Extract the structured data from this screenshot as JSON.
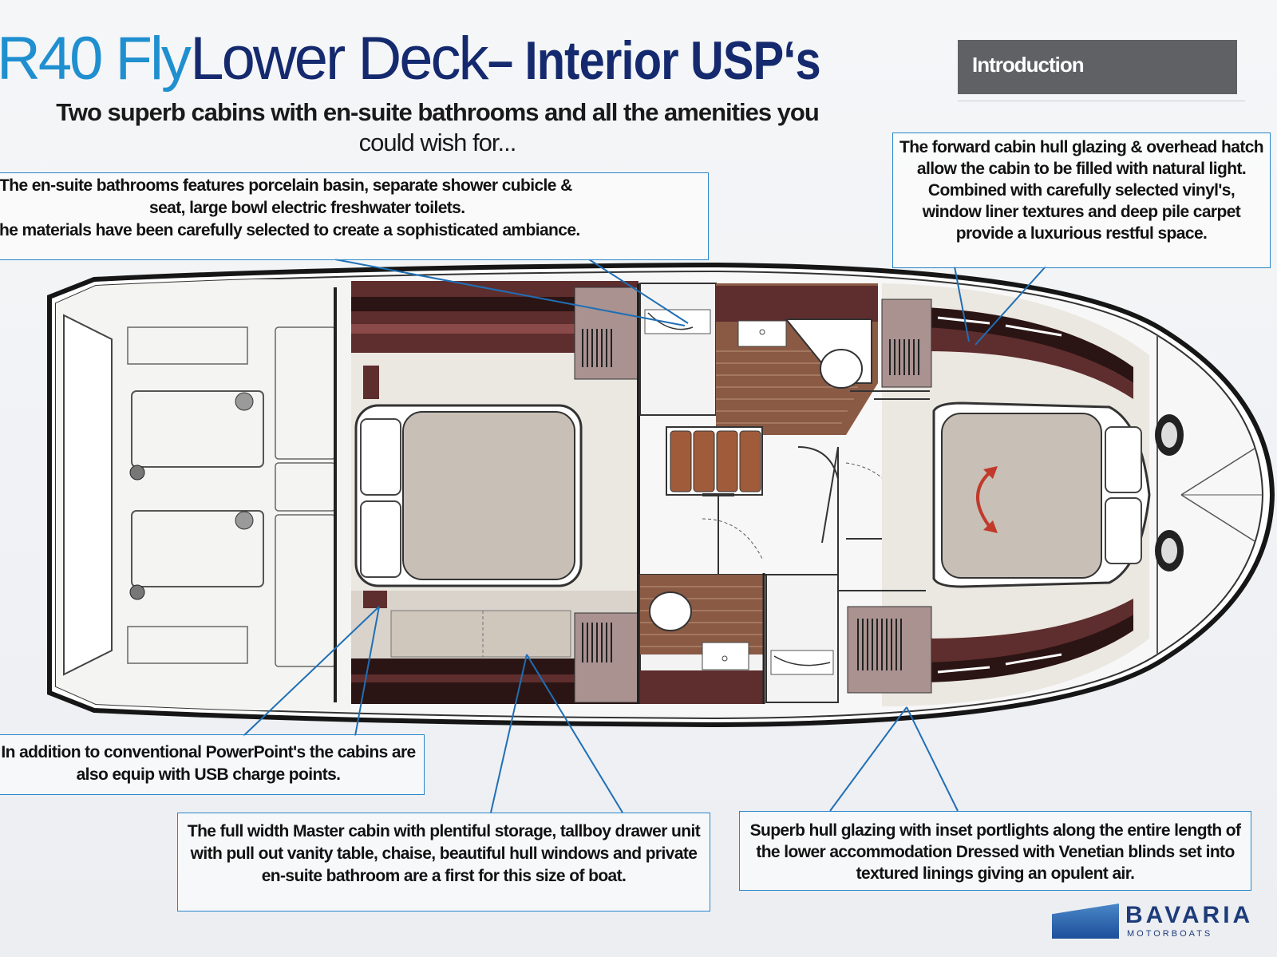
{
  "header": {
    "model": "R40 Fly",
    "deck": "Lower Deck",
    "heading": " – Interior USP‘s",
    "intro_tab": "Introduction"
  },
  "subtitle": {
    "line1": "Two superb cabins with en-suite bathrooms and all the amenities you",
    "line2": "could wish for..."
  },
  "callouts": {
    "bathrooms": {
      "line1": "The en-suite bathrooms features porcelain basin, separate shower cubicle &",
      "line2": "seat, large bowl electric freshwater toilets.",
      "line3": "he materials have been carefully selected to create a sophisticated ambiance."
    },
    "forward_cabin": "The forward cabin hull glazing & overhead hatch allow the cabin to be filled with natural light. Combined with carefully selected vinyl's, window liner textures and deep pile carpet provide a luxurious restful space.",
    "usb": "In addition to conventional PowerPoint's the cabins are also equip with USB charge points.",
    "master_cabin": "The full width Master cabin with plentiful storage, tallboy drawer unit with pull out vanity table, chaise, beautiful hull windows  and private en-suite bathroom are a first for this size of boat.",
    "hull_glazing": "Superb hull glazing with inset portlights along the entire length of the lower accommodation Dressed with Venetian blinds set into textured linings giving an opulent air."
  },
  "logo": {
    "brand": "BAVARIA",
    "sub": "MOTORBOATS",
    "icon": "bavaria-logo-mark"
  },
  "colors": {
    "title_light_blue": "#1f8fcf",
    "title_dark_blue": "#152a6e",
    "callout_border": "#2a86c9",
    "intro_tab_bg": "#5f6164",
    "wood": "#6b3a3a"
  }
}
